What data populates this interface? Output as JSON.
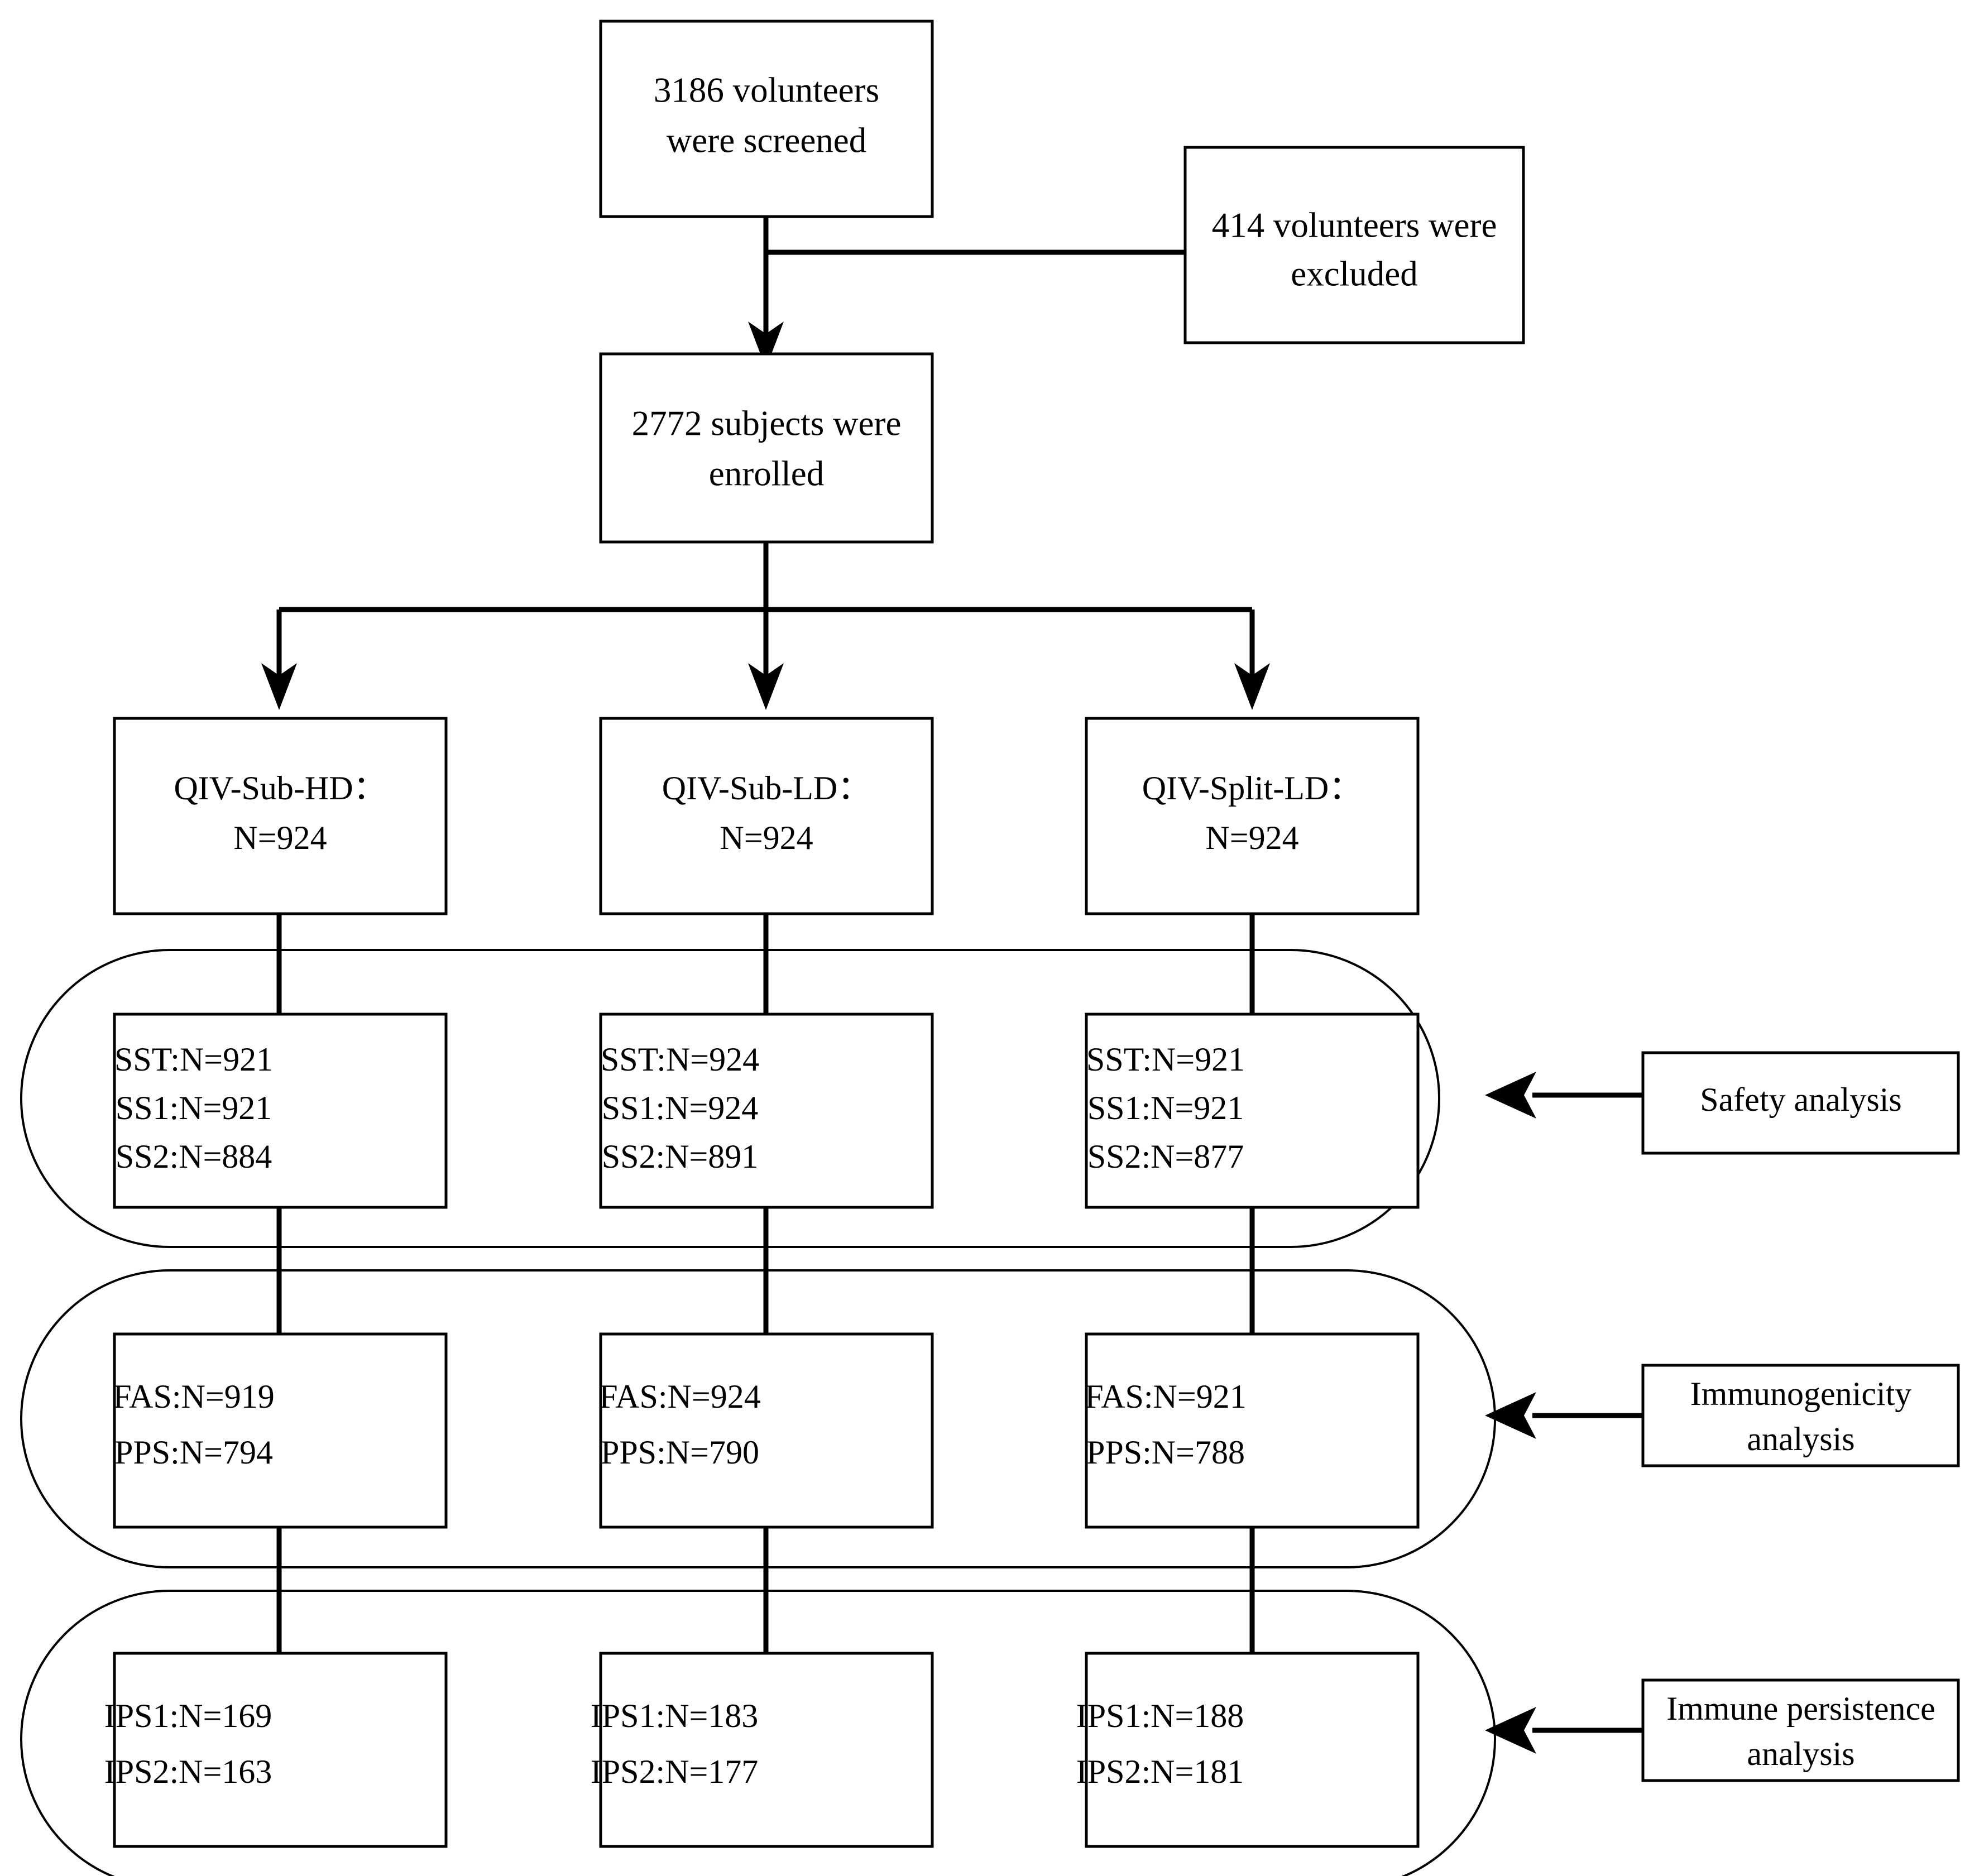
{
  "diagram": {
    "title_nodes": {
      "screened": "3186 volunteers\nwere screened",
      "screened_line1": "3186 volunteers",
      "screened_line2": "were screened",
      "excluded_line1": "414 volunteers were",
      "excluded_line2": "excluded",
      "enrolled_line1": "2772 subjects were",
      "enrolled_line2": "enrolled"
    },
    "arms": [
      {
        "id": "qiv-sub-hd",
        "name_line1": "QIV-Sub-HD：",
        "name_line2": "N=924",
        "safety": [
          "SST:N=921",
          "SS1:N=921",
          "SS2:N=884"
        ],
        "immuno": [
          "FAS:N=919",
          "PPS:N=794"
        ],
        "persistence": [
          "IPS1:N=169",
          "IPS2:N=163"
        ]
      },
      {
        "id": "qiv-sub-ld",
        "name_line1": "QIV-Sub-LD：",
        "name_line2": "N=924",
        "safety": [
          "SST:N=924",
          "SS1:N=924",
          "SS2:N=891"
        ],
        "immuno": [
          "FAS:N=924",
          "PPS:N=790"
        ],
        "persistence": [
          "IPS1:N=183",
          "IPS2:N=177"
        ]
      },
      {
        "id": "qiv-split-ld",
        "name_line1": "QIV-Split-LD：",
        "name_line2": "N=924",
        "safety": [
          "SST:N=921",
          "SS1:N=921",
          "SS2:N=877"
        ],
        "immuno": [
          "FAS:N=921",
          "PPS:N=788"
        ],
        "persistence": [
          "IPS1:N=188",
          "IPS2:N=181"
        ]
      }
    ],
    "analysis_labels": {
      "safety": "Safety analysis",
      "immunogenicity_line1": "Immunogenicity",
      "immunogenicity_line2": "analysis",
      "persistence_line1": "Immune persistence",
      "persistence_line2": "analysis"
    },
    "colors": {
      "stroke": "#000000",
      "fill": "#ffffff",
      "text": "#000000"
    }
  },
  "chart_data": {
    "type": "table",
    "title": "CONSORT-style participant flow diagram",
    "screened": 3186,
    "excluded": 414,
    "enrolled": 2772,
    "groups": [
      "QIV-Sub-HD",
      "QIV-Sub-LD",
      "QIV-Split-LD"
    ],
    "allocated_N": [
      924,
      924,
      924
    ],
    "series": [
      {
        "name": "SST",
        "values": [
          921,
          924,
          921
        ]
      },
      {
        "name": "SS1",
        "values": [
          921,
          924,
          921
        ]
      },
      {
        "name": "SS2",
        "values": [
          884,
          891,
          877
        ]
      },
      {
        "name": "FAS",
        "values": [
          919,
          924,
          921
        ]
      },
      {
        "name": "PPS",
        "values": [
          794,
          790,
          788
        ]
      },
      {
        "name": "IPS1",
        "values": [
          169,
          183,
          188
        ]
      },
      {
        "name": "IPS2",
        "values": [
          163,
          177,
          181
        ]
      }
    ],
    "analysis_sets": {
      "safety": [
        "SST",
        "SS1",
        "SS2"
      ],
      "immunogenicity": [
        "FAS",
        "PPS"
      ],
      "immune_persistence": [
        "IPS1",
        "IPS2"
      ]
    }
  }
}
